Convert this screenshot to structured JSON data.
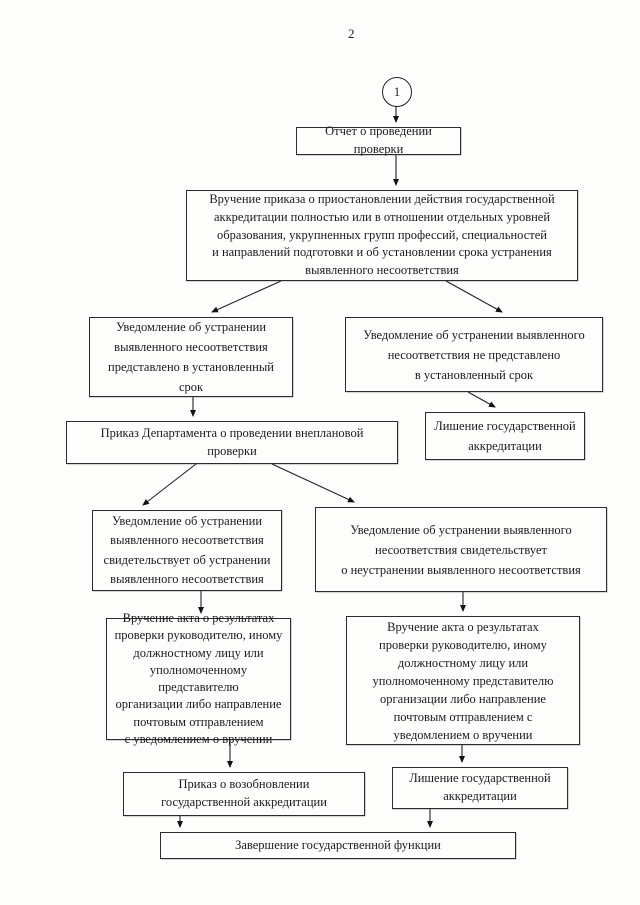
{
  "page": {
    "number": "2"
  },
  "flowchart": {
    "start_connector": "1",
    "nodes": {
      "report": "Отчет о проведении проверки",
      "suspension_order": "Вручение приказа о приостановлении действия государственной\nаккредитации полностью или в отношении отдельных уровней\nобразования, укрупненных групп профессий, специальностей\nи направлений подготовки и об установлении срока устранения\nвыявленного несоответствия",
      "notice_submitted": "Уведомление об устранении\nвыявленного несоответствия\nпредставлено в установленный\nсрок",
      "notice_not_submitted": "Уведомление об устранении выявленного\nнесоответствия не представлено\nв установленный срок",
      "unscheduled_inspection_order": "Приказ Департамента о проведении внеплановой\nпроверки",
      "revocation_first": "Лишение государственной\nаккредитации",
      "notice_confirms_elimination": "Уведомление об устранении\nвыявленного несоответствия\nсвидетельствует об устранении\nвыявленного несоответствия",
      "notice_confirms_non_elimination": "Уведомление об устранении выявленного\nнесоответствия свидетельствует\nо неустранении выявленного несоответствия",
      "act_delivery_left": "Вручение акта о результатах\nпроверки руководителю, иному\nдолжностному лицу или\nуполномоченному представителю\nорганизации либо направление\nпочтовым отправлением\nс уведомлением о вручении",
      "act_delivery_right": "Вручение акта о результатах\nпроверки руководителю, иному\nдолжностному лицу или\nуполномоченному представителю\nорганизации либо направление\nпочтовым отправлением с\nуведомлением о вручении",
      "resumption_order": "Приказ о возобновлении\nгосударственной аккредитации",
      "revocation_second": "Лишение государственной\nаккредитации",
      "completion": "Завершение государственной функции"
    }
  }
}
